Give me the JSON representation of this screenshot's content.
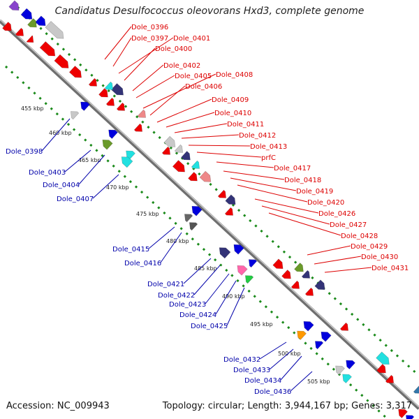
{
  "title": "Candidatus Desulfococcus oleovorans Hxd3, complete genome",
  "footer": {
    "accession_label": "Accession:",
    "accession": "NC_009943",
    "topology_label": "Topology:",
    "topology": "circular",
    "length_label": "Length:",
    "length": "3,944,167 bp",
    "genes_label": "Genes:",
    "genes": "3,317"
  },
  "colors": {
    "forward_labels": "#dd0000",
    "reverse_labels": "#0000aa",
    "backbone": "#888888",
    "guide_dots": "#1a8a1a"
  },
  "kbp_ticks": [
    "455 kbp",
    "460 kbp",
    "465 kbp",
    "470 kbp",
    "475 kbp",
    "480 kbp",
    "485 kbp",
    "490 kbp",
    "495 kbp",
    "500 kbp",
    "505 kbp"
  ],
  "forward_genes": [
    "Dole_0396",
    "Dole_0397",
    "Dole_0401",
    "Dole_0400",
    "Dole_0402",
    "Dole_0405",
    "Dole_0408",
    "Dole_0406",
    "Dole_0409",
    "Dole_0410",
    "Dole_0411",
    "Dole_0412",
    "Dole_0413",
    "prfC",
    "Dole_0417",
    "Dole_0418",
    "Dole_0419",
    "Dole_0420",
    "Dole_0426",
    "Dole_0427",
    "Dole_0428",
    "Dole_0429",
    "Dole_0430",
    "Dole_0431"
  ],
  "reverse_genes": [
    "Dole_0398",
    "Dole_0403",
    "Dole_0404",
    "Dole_0407",
    "Dole_0415",
    "Dole_0416",
    "Dole_0421",
    "Dole_0422",
    "Dole_0423",
    "Dole_0424",
    "Dole_0425",
    "Dole_0432",
    "Dole_0433",
    "Dole_0434",
    "Dole_0436"
  ]
}
